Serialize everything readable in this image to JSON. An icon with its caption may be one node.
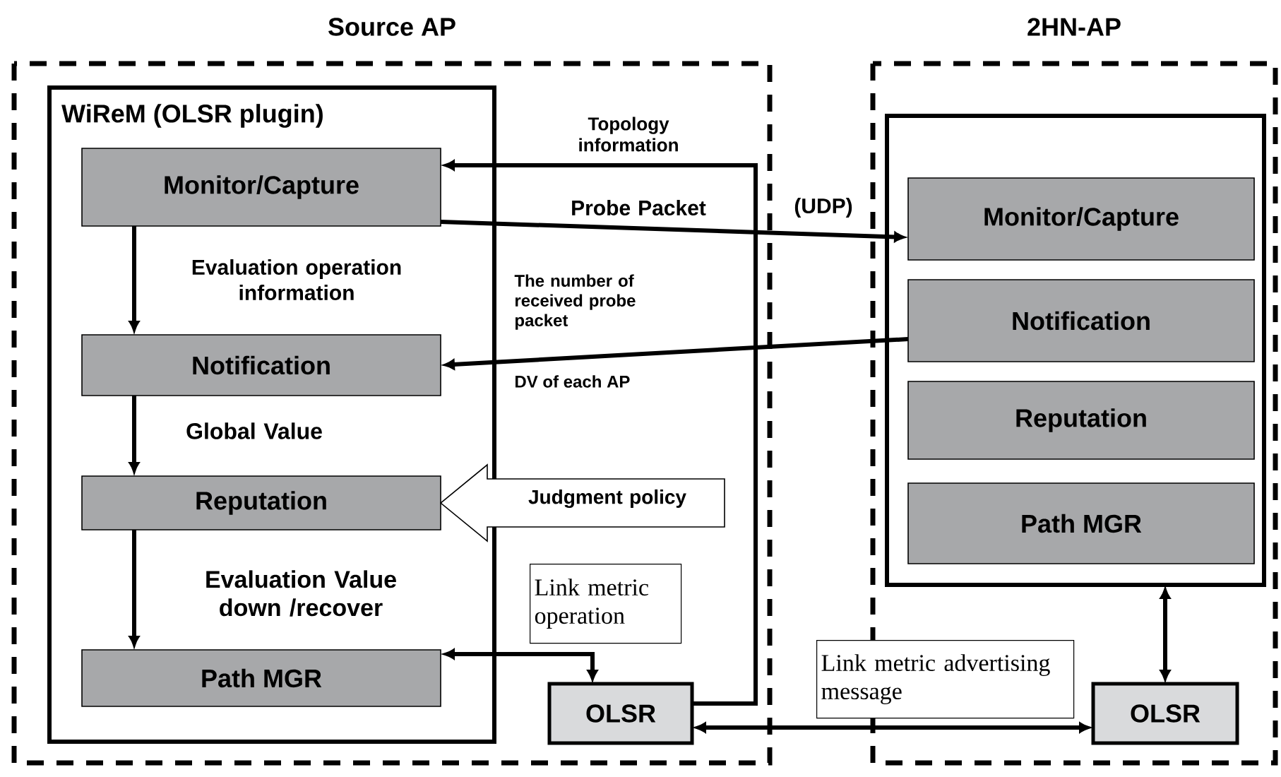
{
  "diagram": {
    "nodes": [
      {
        "text": [
          "Source AP"
        ]
      },
      {
        "text": [
          "WiReM (OLSR plugin)"
        ],
        "in": 0
      },
      {
        "text": [
          "Monitor/Capture"
        ],
        "in": 1
      },
      {
        "text": [
          "Notification"
        ],
        "in": 1
      },
      {
        "text": [
          "Reputation"
        ],
        "in": 1
      },
      {
        "text": [
          "Path MGR"
        ],
        "in": 1
      },
      {
        "text": [
          "OLSR"
        ],
        "in": 0
      },
      {
        "text": [
          "Link metric operation"
        ],
        "in": 0
      },
      {
        "text": [
          "2HN-AP"
        ]
      },
      {
        "text": [],
        "shape": "box",
        "in": 8
      },
      {
        "text": [
          "Monitor/Capture"
        ],
        "in": 9
      },
      {
        "text": [
          "Notification"
        ],
        "in": 9
      },
      {
        "text": [
          "Reputation"
        ],
        "in": 9
      },
      {
        "text": [
          "Path MGR"
        ],
        "in": 9
      },
      {
        "text": [
          "OLSR"
        ],
        "in": 8
      },
      {
        "text": [
          "Link metric advertising message"
        ]
      }
    ],
    "edges": [
      {
        "from": 2,
        "to": 3,
        "arrow": "to",
        "label": "Evaluation operation information"
      },
      {
        "from": 3,
        "to": 4,
        "arrow": "to",
        "label": "Global Value"
      },
      {
        "from": 4,
        "to": 5,
        "arrow": "to",
        "label": "Evaluation Value down /recover"
      },
      {
        "from": 6,
        "to": 2,
        "arrow": "to",
        "label": "Topology information"
      },
      {
        "from": 2,
        "to": 10,
        "arrow": "to",
        "label": "Probe Packet"
      },
      {
        "from": 11,
        "to": 3,
        "arrow": "to",
        "label": "The number of received probe packet"
      },
      {
        "from": 5,
        "to": 6,
        "arrow": "both"
      },
      {
        "from": 6,
        "to": 14,
        "arrow": "both"
      },
      {
        "from": 9,
        "to": 14,
        "arrow": "both"
      },
      {
        "from": null,
        "to": 4,
        "arrow": "to",
        "label": "Judgment policy"
      }
    ],
    "labels": [
      "(UDP)",
      "DV of each AP"
    ]
  }
}
